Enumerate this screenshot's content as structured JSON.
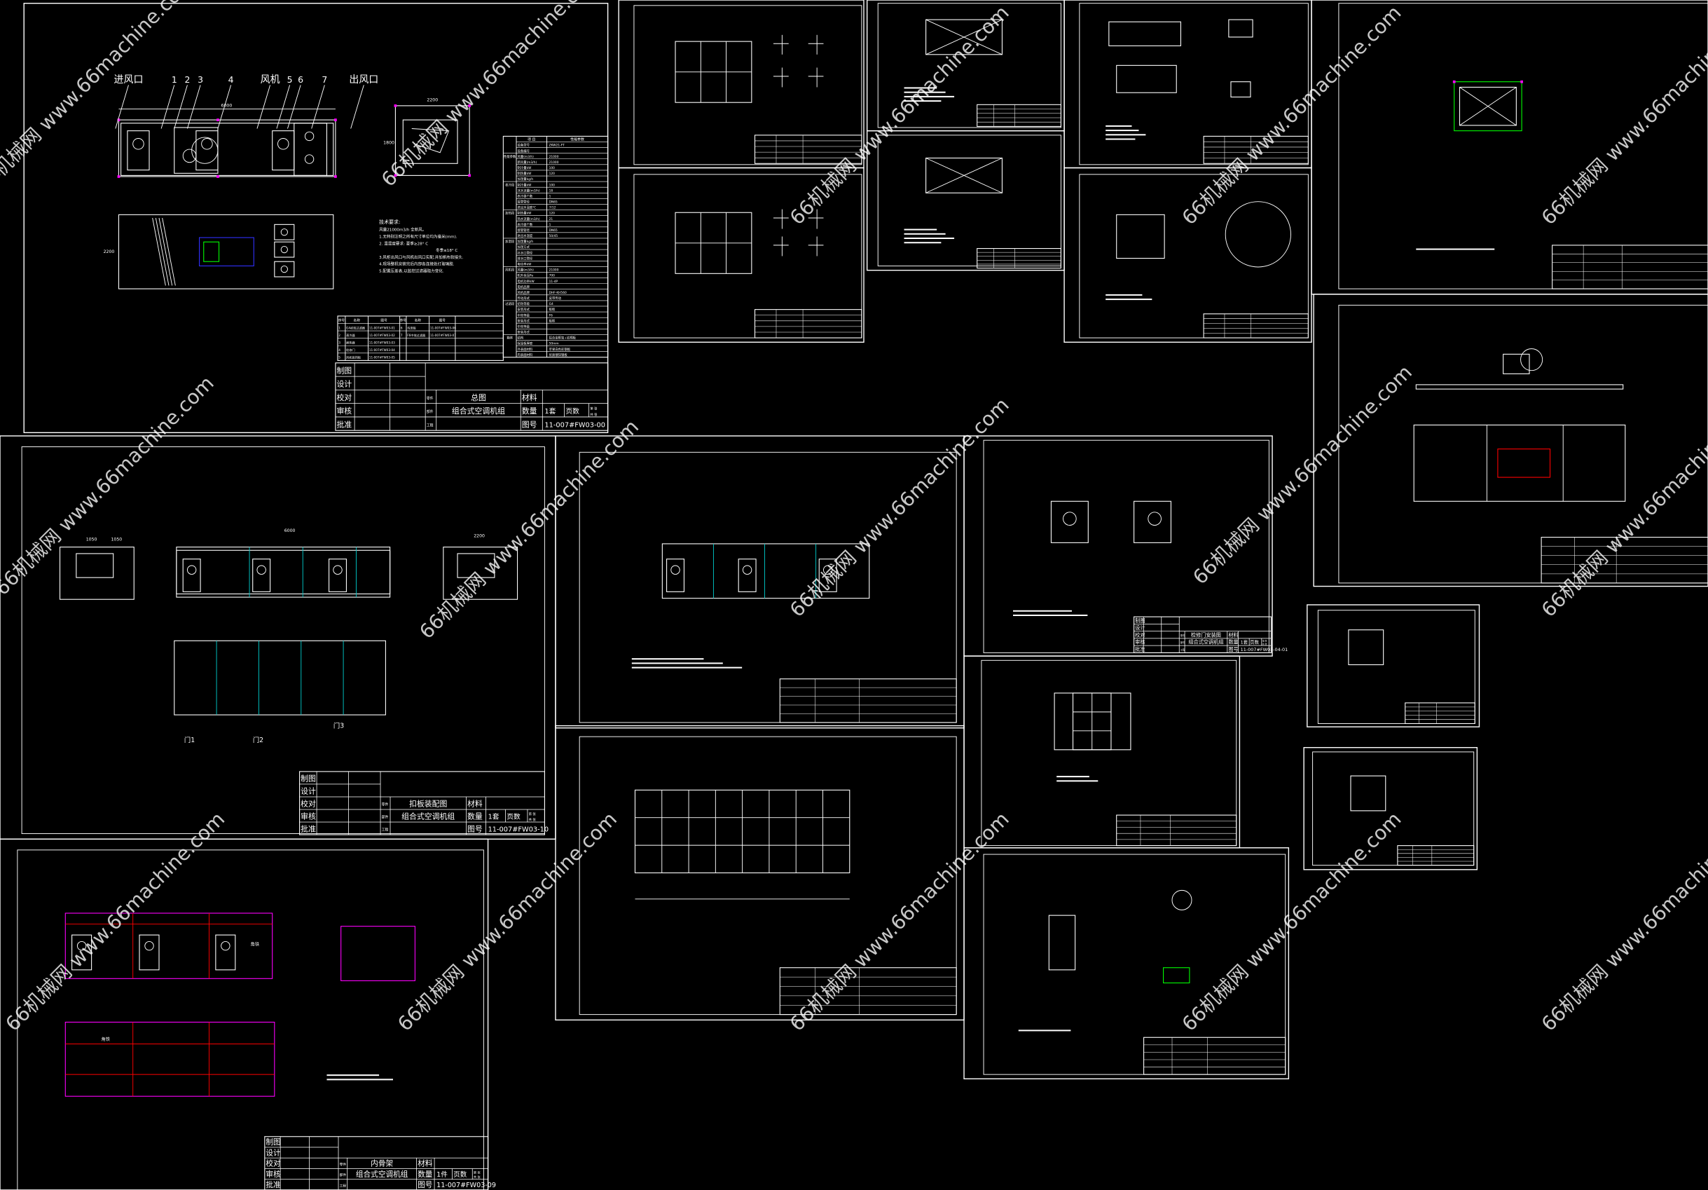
{
  "watermark": "66机械网 www.66machine.com",
  "colors": {
    "background": "#000000",
    "line": "#ffffff",
    "magenta": "#ff00ff",
    "cyan": "#00c8c8",
    "red": "#ff0000",
    "green": "#00ff00",
    "blue": "#3030ff"
  },
  "general_drawing": {
    "callouts": [
      "进风口",
      "1",
      "2",
      "3",
      "4",
      "风机",
      "5",
      "6",
      "7",
      "出风口"
    ],
    "dims": {
      "length": "6000",
      "side_width": "2200",
      "height": "1800",
      "plan_width": "2200"
    },
    "tech_notes": {
      "title": "技术要求:",
      "lines": [
        "风量21000m3/h 全新风。",
        "1.无特别注明之所有尺寸单位均为毫米(mm).",
        "2. 温湿度要求: 夏季≥28° C",
        "冬季≤18° C",
        "3.风柜出风口与风机出风口实配,并加帆布软接头.",
        "4.现场整机安装完后内部各连接处打玻璃胶.",
        "5.配置压差表,以监控过滤器阻力变化."
      ]
    },
    "param_table": {
      "headers": [
        "项 目",
        "性能参数"
      ],
      "rows": [
        {
          "group": "",
          "item": "设备型号",
          "value": "ZKW21-FT"
        },
        {
          "group": "",
          "item": "设备编号",
          "value": ""
        },
        {
          "group": "性能参数",
          "item": "风量(m3/h)",
          "value": "21000"
        },
        {
          "group": "",
          "item": "新风量(m3/h)",
          "value": "21000"
        },
        {
          "group": "",
          "item": "制冷量kW",
          "value": "100"
        },
        {
          "group": "",
          "item": "制热量kW",
          "value": "120"
        },
        {
          "group": "",
          "item": "加湿量kg/h",
          "value": ""
        },
        {
          "group": "表冷段",
          "item": "制冷量kW",
          "value": "100"
        },
        {
          "group": "",
          "item": "冰水流量(m3/h)",
          "value": "18"
        },
        {
          "group": "",
          "item": "表冷器个数",
          "value": "1"
        },
        {
          "group": "",
          "item": "接管管径",
          "value": "DN65"
        },
        {
          "group": "",
          "item": "进出水温度℃",
          "value": "7/12"
        },
        {
          "group": "加热段",
          "item": "制热量kW",
          "value": "120"
        },
        {
          "group": "",
          "item": "热水流量(m3/h)",
          "value": "21"
        },
        {
          "group": "",
          "item": "表冷器个数",
          "value": "1"
        },
        {
          "group": "",
          "item": "接管管径",
          "value": "DN65"
        },
        {
          "group": "",
          "item": "进出水温度",
          "value": "50/45"
        },
        {
          "group": "加湿段",
          "item": "加湿量kg/h",
          "value": ""
        },
        {
          "group": "",
          "item": "加湿方式",
          "value": ""
        },
        {
          "group": "",
          "item": "补水口管径",
          "value": ""
        },
        {
          "group": "",
          "item": "排水口管径",
          "value": ""
        },
        {
          "group": "",
          "item": "电功率kW",
          "value": ""
        },
        {
          "group": "风机段",
          "item": "风量(m3/h)",
          "value": "21000"
        },
        {
          "group": "",
          "item": "机外余压Pa",
          "value": "700"
        },
        {
          "group": "",
          "item": "电机功率kW",
          "value": "11-4P"
        },
        {
          "group": "",
          "item": "电机品牌",
          "value": ""
        },
        {
          "group": "",
          "item": "风机品牌",
          "value": "DHF-KH560"
        },
        {
          "group": "",
          "item": "传动形式",
          "value": "皮带传动"
        },
        {
          "group": "过滤段",
          "item": "初效等级",
          "value": "G4"
        },
        {
          "group": "",
          "item": "安装形式",
          "value": "板框"
        },
        {
          "group": "",
          "item": "中效等级",
          "value": "F6"
        },
        {
          "group": "",
          "item": "安装形式",
          "value": "板框"
        },
        {
          "group": "",
          "item": "中效等级",
          "value": ""
        },
        {
          "group": "",
          "item": "安装形式",
          "value": ""
        },
        {
          "group": "箱体",
          "item": "结构",
          "value": "铝合金框架+岩棉板"
        },
        {
          "group": "",
          "item": "保温板厚度",
          "value": "50mm"
        },
        {
          "group": "",
          "item": "外表面材料",
          "value": "苹果白色彩钢板"
        },
        {
          "group": "",
          "item": "内表面材料",
          "value": "优质镀锌钢板"
        }
      ]
    },
    "parts_table": {
      "headers": [
        "序号",
        "名称",
        "图号",
        "序号",
        "名称",
        "图号"
      ],
      "rows": [
        [
          "1",
          "G4初效过滤器",
          "11-007#FW03-01",
          "6",
          "均流板",
          "11-007#FW03-06"
        ],
        [
          "2",
          "表冷器",
          "11-007#FW03-02",
          "7",
          "F6中效过滤器",
          "11-007#FW03-07"
        ],
        [
          "3",
          "换热器",
          "11-007#FW03-03",
          "",
          "",
          ""
        ],
        [
          "4",
          "检修门",
          "11-007#FW03-04",
          "",
          "",
          ""
        ],
        [
          "5",
          "风机段挡板",
          "11-007#FW03-05",
          "",
          "",
          ""
        ]
      ]
    }
  },
  "title_block_labels": {
    "draw": "制图",
    "design": "设计",
    "check": "校对",
    "review": "审核",
    "approve": "批准",
    "material": "材料",
    "quantity": "数量",
    "pages": "页数",
    "drawing_no": "图号",
    "part": "零件",
    "component": "部件",
    "project": "工程",
    "sheet": "第 张",
    "total": "共 张"
  },
  "title_blocks": [
    {
      "name": "总图",
      "product": "组合式空调机组",
      "quantity": "1套",
      "drawing_no": "11-007#FW03-00"
    },
    {
      "name": "扣板装配图",
      "product": "组合式空调机组",
      "quantity": "1套",
      "drawing_no": "11-007#FW03-10"
    },
    {
      "name": "内骨架",
      "product": "组合式空调机组",
      "quantity": "1件",
      "drawing_no": "11-007#FW03-09"
    },
    {
      "name": "检修门安装图",
      "product": "组合式空调机组",
      "quantity": "1套",
      "drawing_no": "11-007#FW03-04-01"
    }
  ],
  "panel_drawing": {
    "dims_top": [
      "1050",
      "1050",
      "6000",
      "2200"
    ],
    "door_labels": [
      "门1",
      "门2",
      "门3"
    ]
  },
  "frame_drawing": {
    "labels": [
      "角铁",
      "角铁"
    ]
  }
}
